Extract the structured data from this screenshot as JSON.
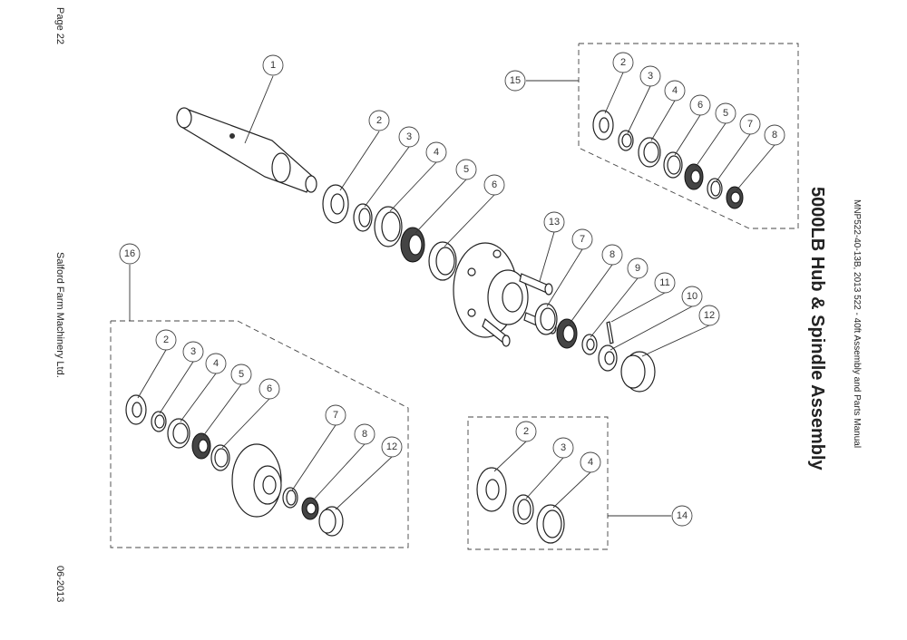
{
  "page": {
    "label": "Page 22",
    "company": "Salford Farm Machinery Ltd.",
    "date": "06-2013"
  },
  "header": {
    "title": "5000LB Hub & Spindle Assembly",
    "subtitle": "MNP522-40-13B, 2013 522 - 40ft Assembly and Parts Manual"
  },
  "callouts": {
    "main": [
      "1",
      "2",
      "3",
      "4",
      "5",
      "6",
      "13",
      "7",
      "8",
      "9",
      "11",
      "10",
      "12"
    ],
    "kit15": [
      "15",
      "2",
      "3",
      "4",
      "6",
      "5",
      "7",
      "8"
    ],
    "kit16": [
      "16",
      "2",
      "3",
      "4",
      "5",
      "6",
      "7",
      "8",
      "12"
    ],
    "kit14": [
      "14",
      "2",
      "3",
      "4"
    ]
  }
}
